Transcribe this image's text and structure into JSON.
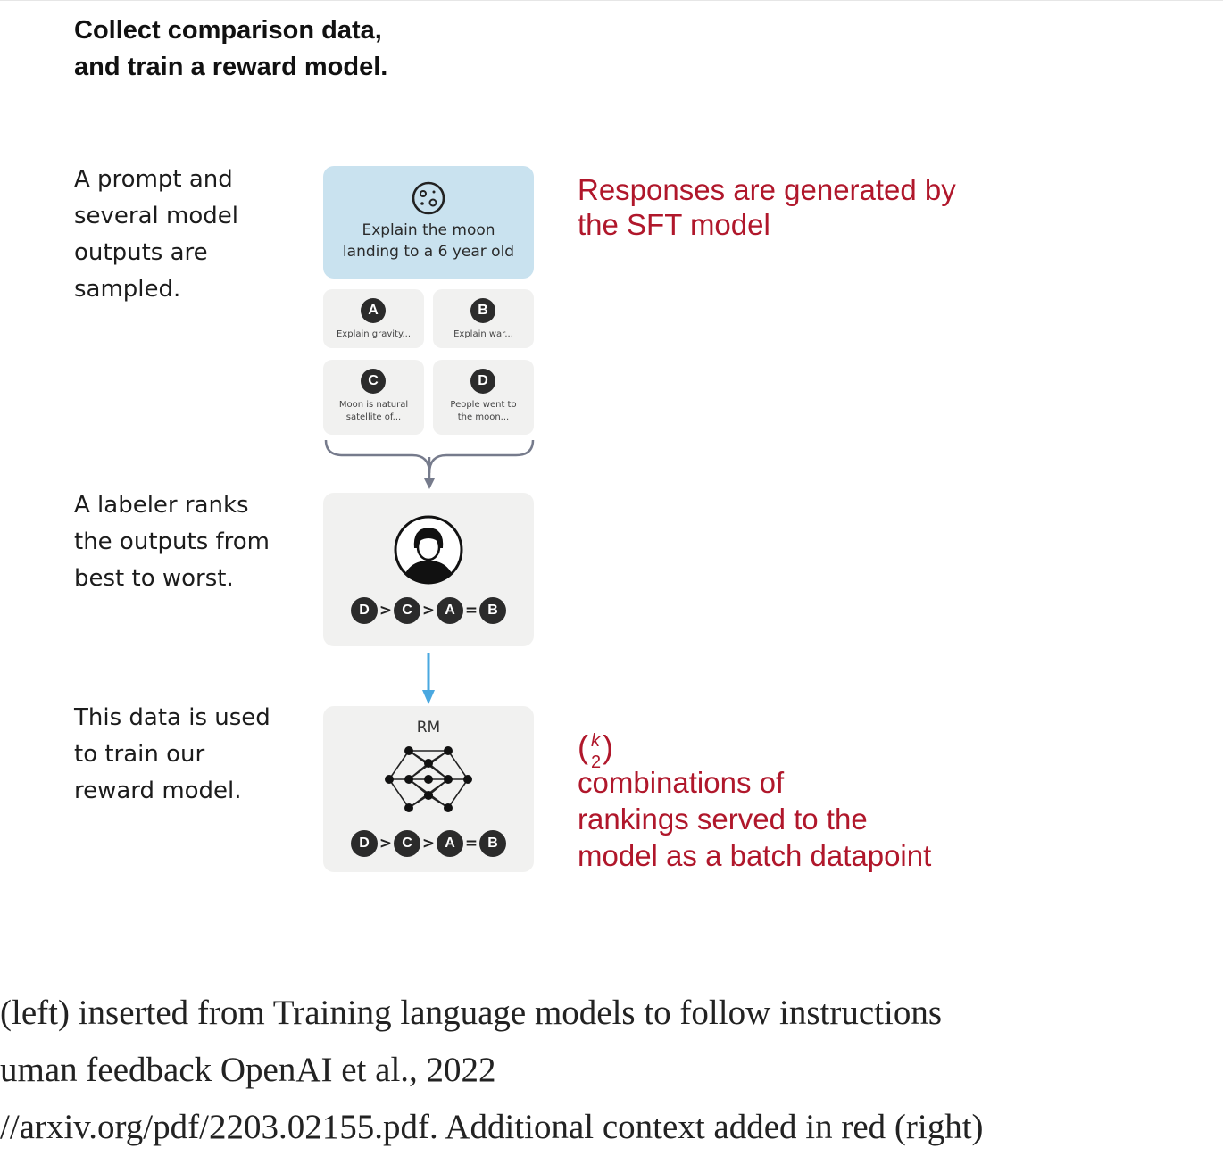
{
  "heading": [
    "Collect comparison data,",
    "and train a reward model."
  ],
  "steps": [
    {
      "lines": [
        "A prompt and",
        "several model",
        "outputs are",
        "sampled."
      ]
    },
    {
      "lines": [
        "A labeler ranks",
        "the outputs from",
        "best to worst."
      ]
    },
    {
      "lines": [
        "This data is used",
        "to train our",
        "reward model."
      ]
    }
  ],
  "prompt": {
    "icon": "moon-icon",
    "lines": [
      "Explain the moon",
      "landing to a 6 year old"
    ]
  },
  "options": [
    {
      "letter": "A",
      "lines": [
        "Explain gravity..."
      ]
    },
    {
      "letter": "B",
      "lines": [
        "Explain war..."
      ]
    },
    {
      "letter": "C",
      "lines": [
        "Moon is natural",
        "satellite of..."
      ]
    },
    {
      "letter": "D",
      "lines": [
        "People went to",
        "the moon..."
      ]
    }
  ],
  "ranking": {
    "items": [
      "D",
      "C",
      "A",
      "B"
    ],
    "ops": [
      ">",
      ">",
      "="
    ]
  },
  "rm_label": "RM",
  "annotations": {
    "top": [
      "Responses are generated by",
      "the SFT model"
    ],
    "bottom": {
      "binom_top": "k",
      "binom_bottom": "2",
      "line1_rest": "combinations of",
      "lines": [
        "rankings served to the",
        "model as a batch datapoint"
      ]
    }
  },
  "caption": [
    " (left) inserted from Training language models to follow instructions",
    "uman feedback OpenAI et al., 2022",
    "//arxiv.org/pdf/2203.02155.pdf. Additional context added in red (right)"
  ],
  "colors": {
    "prompt_bg": "#c9e2ef",
    "card_bg": "#f1f1f0",
    "annotation_red": "#b0172b",
    "arrow_blue": "#4aa8e0",
    "badge": "#2b2b2b"
  }
}
